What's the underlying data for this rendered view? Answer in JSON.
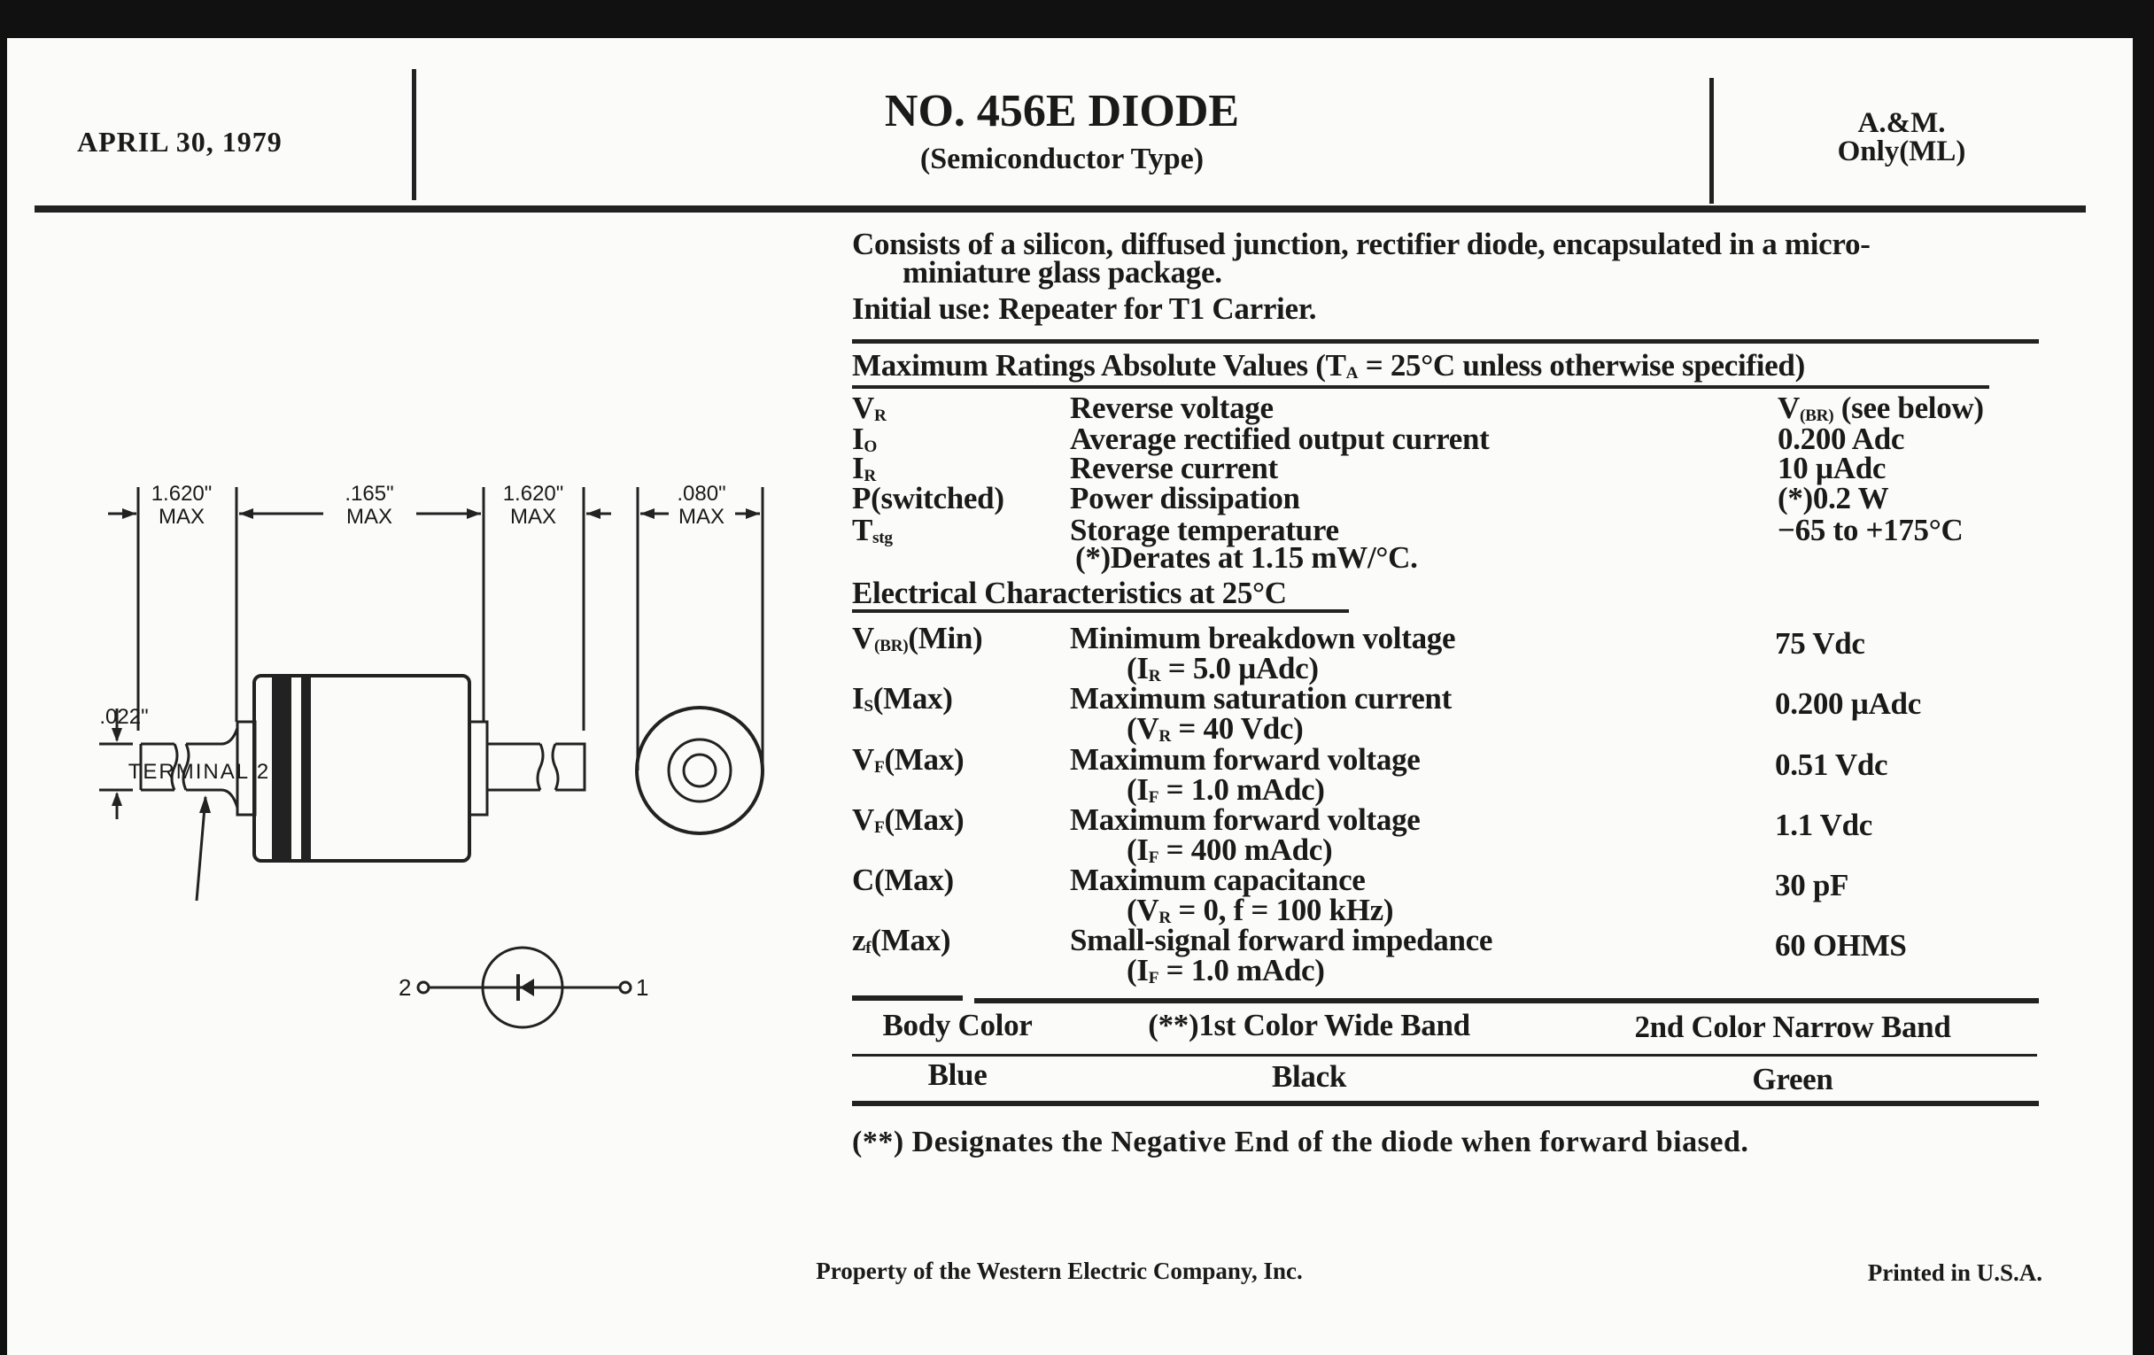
{
  "header": {
    "date": "APRIL 30, 1979",
    "title": "NO. 456E DIODE",
    "subtitle": "(Semiconductor Type)",
    "scope_line1": "A.&M.",
    "scope_line2": "Only(ML)"
  },
  "description": {
    "line1": "Consists of a silicon, diffused junction, rectifier diode, encapsulated in a micro-",
    "line2": "miniature glass package.",
    "initial_use": "Initial use: Repeater for T1 Carrier."
  },
  "max_ratings": {
    "heading_pre": "Maximum Ratings Absolute Values (T",
    "heading_sub": "A",
    "heading_post": " = 25°C unless otherwise specified)",
    "rows": [
      {
        "sym": "V",
        "sub": "R",
        "suffix": "",
        "desc": "Reverse voltage",
        "val_pre": "V",
        "val_sub": "(BR)",
        "val_post": " (see below)"
      },
      {
        "sym": "I",
        "sub": "O",
        "suffix": "",
        "desc": "Average rectified output current",
        "val_pre": "0.200 Adc",
        "val_sub": "",
        "val_post": ""
      },
      {
        "sym": "I",
        "sub": "R",
        "suffix": "",
        "desc": "Reverse current",
        "val_pre": "10 µAdc",
        "val_sub": "",
        "val_post": ""
      },
      {
        "sym": "P",
        "sub": "",
        "suffix": "(switched)",
        "desc": "Power dissipation",
        "val_pre": "(*)0.2 W",
        "val_sub": "",
        "val_post": ""
      },
      {
        "sym": "T",
        "sub": "stg",
        "suffix": "",
        "desc": "Storage temperature",
        "val_pre": "−65 to +175°C",
        "val_sub": "",
        "val_post": ""
      }
    ],
    "note": "(*)Derates at 1.15 mW/°C."
  },
  "electrical": {
    "heading": "Electrical Characteristics at 25°C",
    "rows": [
      {
        "sym": "V",
        "sub": "(BR)",
        "suffix": "(Min)",
        "desc": "Minimum breakdown voltage",
        "cond_pre": "(I",
        "cond_sub": "R",
        "cond_post": " = 5.0 µAdc)",
        "value": "75 Vdc"
      },
      {
        "sym": "I",
        "sub": "S",
        "suffix": "(Max)",
        "desc": "Maximum saturation current",
        "cond_pre": "(V",
        "cond_sub": "R",
        "cond_post": " = 40 Vdc)",
        "value": "0.200 µAdc"
      },
      {
        "sym": "V",
        "sub": "F",
        "suffix": "(Max)",
        "desc": "Maximum forward voltage",
        "cond_pre": "(I",
        "cond_sub": "F",
        "cond_post": " = 1.0 mAdc)",
        "value": "0.51 Vdc"
      },
      {
        "sym": "V",
        "sub": "F",
        "suffix": "(Max)",
        "desc": "Maximum forward voltage",
        "cond_pre": "(I",
        "cond_sub": "F",
        "cond_post": " = 400 mAdc)",
        "value": "1.1 Vdc"
      },
      {
        "sym": "C",
        "sub": "",
        "suffix": "(Max)",
        "desc": "Maximum capacitance",
        "cond_pre": "(V",
        "cond_sub": "R",
        "cond_post": " = 0, f = 100 kHz)",
        "value": "30 pF"
      },
      {
        "sym": "z",
        "sub": "f",
        "suffix": "(Max)",
        "desc": "Small-signal forward impedance",
        "cond_pre": "(I",
        "cond_sub": "F",
        "cond_post": " = 1.0 mAdc)",
        "value": "60 OHMS"
      }
    ]
  },
  "color_code": {
    "headers": [
      "Body Color",
      "(**)1st Color Wide Band",
      "2nd Color Narrow Band"
    ],
    "values": [
      "Blue",
      "Black",
      "Green"
    ],
    "footnote": "(**) Designates the Negative End of the diode when forward biased."
  },
  "drawing": {
    "dim_lead_left": "1.620\"",
    "dim_body": ".165\"",
    "dim_lead_right": "1.620\"",
    "dim_diameter": ".080\"",
    "max_label": "MAX",
    "dim_lead_dia": ".022\"",
    "terminal_label": "TERMINAL 2",
    "schematic_left": "2",
    "schematic_right": "1"
  },
  "footer": {
    "property": "Property of the Western Electric Company, Inc.",
    "printed": "Printed in U.S.A."
  }
}
